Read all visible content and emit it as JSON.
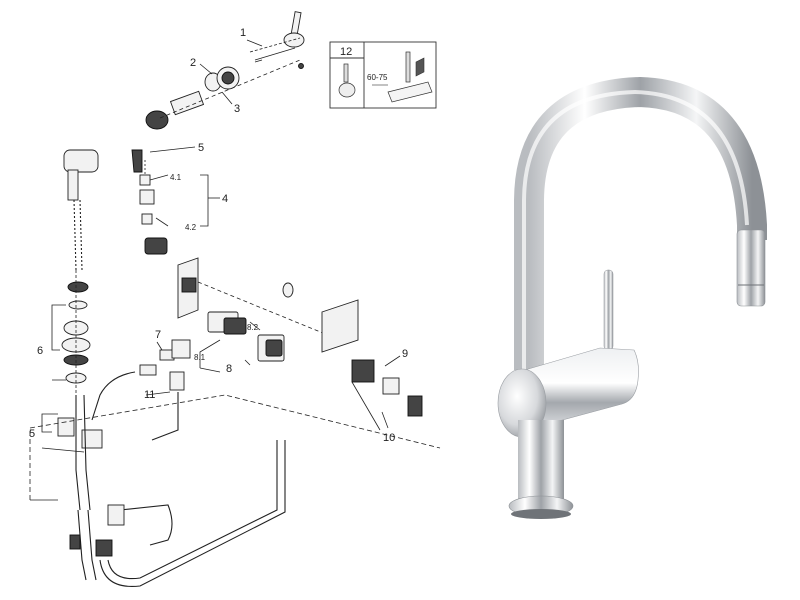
{
  "diagram": {
    "callouts": [
      {
        "id": "c1",
        "text": "1"
      },
      {
        "id": "c2",
        "text": "2"
      },
      {
        "id": "c3",
        "text": "3"
      },
      {
        "id": "c4",
        "text": "4"
      },
      {
        "id": "c41",
        "text": "4.1"
      },
      {
        "id": "c42",
        "text": "4.2"
      },
      {
        "id": "c5a",
        "text": "5"
      },
      {
        "id": "c5b",
        "text": "5"
      },
      {
        "id": "c6",
        "text": "6"
      },
      {
        "id": "c7",
        "text": "7"
      },
      {
        "id": "c8",
        "text": "8"
      },
      {
        "id": "c81",
        "text": "8.1"
      },
      {
        "id": "c82",
        "text": "8.2"
      },
      {
        "id": "c9",
        "text": "9"
      },
      {
        "id": "c10",
        "text": "10"
      },
      {
        "id": "c11",
        "text": "11"
      }
    ],
    "inset": {
      "number": "12",
      "dimension": "60-75"
    }
  }
}
